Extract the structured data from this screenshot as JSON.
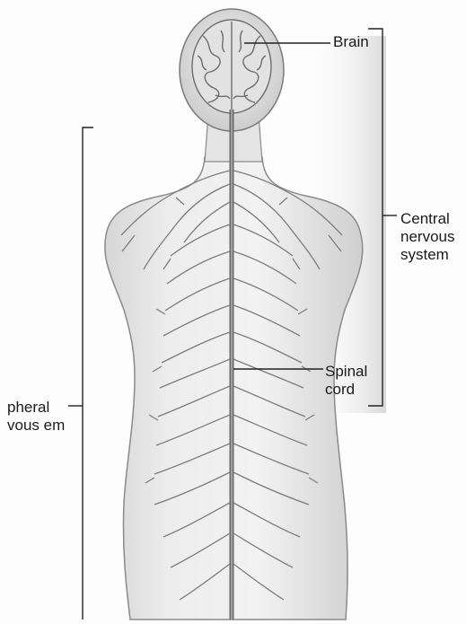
{
  "diagram": {
    "labels": {
      "brain": "Brain",
      "central_nervous_system": "Central nervous system",
      "spinal_cord": "Spinal cord",
      "peripheral_nervous_system": "pheral vous em"
    }
  }
}
